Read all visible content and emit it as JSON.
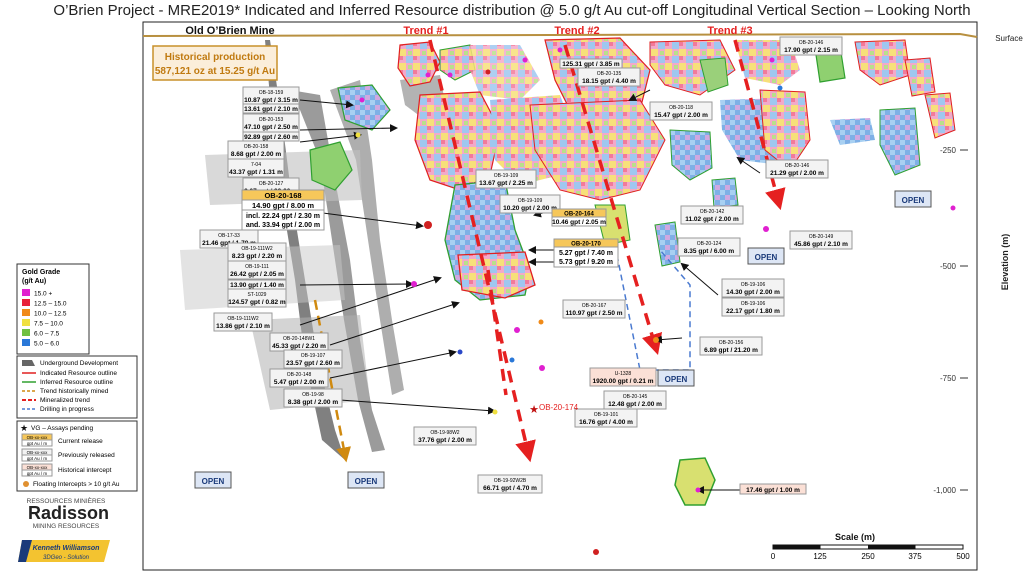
{
  "title": "O’Brien Project - MRE2019* Indicated and Inferred Resource distribution @ 5.0 g/t Au cut-off Longitudinal Vertical Section – Looking North",
  "surface_label": "Surface",
  "old_mine_label": "Old O’Brien Mine",
  "historical": {
    "title": "Historical production",
    "value": "587,121 oz at 15.25 g/t Au"
  },
  "trends": [
    "Trend #1",
    "Trend #2",
    "Trend #3"
  ],
  "elevation_axis": {
    "label": "Elevation (m)",
    "ticks": [
      "-250",
      "-500",
      "-750",
      "-1,000"
    ]
  },
  "scale": {
    "label": "Scale (m)",
    "ticks": [
      "0",
      "125",
      "250",
      "375",
      "500"
    ]
  },
  "open_labels": [
    "OPEN",
    "OPEN",
    "OPEN",
    "OPEN",
    "OPEN",
    "OPEN"
  ],
  "legend": {
    "grade_title": "Gold Grade",
    "grade_unit": "(g/t Au)",
    "grades": [
      {
        "label": "15.0 +",
        "color": "#e020d0"
      },
      {
        "label": "12.5 – 15.0",
        "color": "#e8203a"
      },
      {
        "label": "10.0 – 12.5",
        "color": "#f08a18"
      },
      {
        "label": "7.5 – 10.0",
        "color": "#f0e040"
      },
      {
        "label": "6.0 – 7.5",
        "color": "#70c040"
      },
      {
        "label": "5.0 – 6.0",
        "color": "#2a78d8"
      }
    ],
    "lines": [
      "Underground Development",
      "Indicated Resource outline",
      "Inferred Resource outline",
      "Trend historically mined",
      "Mineralized trend",
      "Drilling in progress"
    ],
    "assay": {
      "pending": "VG – Assays pending",
      "box_id": "OB-xx-xxx",
      "box_val": "gpt Au / m",
      "current": "Current release",
      "previous": "Previously released",
      "historical": "Historical intercept",
      "floating": "Floating Intercepts > 10 g/t Au"
    }
  },
  "logos": {
    "radisson_top": "RESSOURCES MINIÈRES",
    "radisson_name": "Radisson",
    "radisson_bottom": "MINING RESOURCES",
    "kw_name": "Kenneth Williamson",
    "kw_sub": "3DGeo - Solution"
  },
  "intercepts": [
    {
      "id": "OB-18-159",
      "val": "10.87 gpt / 3.15 m"
    },
    {
      "id": "",
      "val": "13.61 gpt / 2.10 m"
    },
    {
      "id": "OB-20-153",
      "val": "47.10 gpt / 2.50 m"
    },
    {
      "id": "",
      "val": "92.89 gpt / 2.60 m"
    },
    {
      "id": "OB-20-158",
      "val": "8.68 gpt / 2.00 m"
    },
    {
      "id": "7-04",
      "val": "43.37 gpt / 1.31 m"
    },
    {
      "id": "OB-20-127",
      "val": "3.07 gpt / 32.20 m"
    },
    {
      "id": "OB-17-33",
      "val": "21.46 gpt / 1.70 m"
    },
    {
      "id": "OB-19-111W2",
      "val": "8.23 gpt / 2.20 m"
    },
    {
      "id": "OB-19-111",
      "val": "26.42 gpt / 2.05 m"
    },
    {
      "id": "",
      "val": "13.90 gpt / 1.40 m"
    },
    {
      "id": "ST-1029",
      "val": "124.57 gpt / 0.82 m"
    },
    {
      "id": "OB-19-111W2",
      "val": "13.86 gpt / 2.10 m"
    },
    {
      "id": "OB-20-148W1",
      "val": "45.33 gpt / 2.20 m"
    },
    {
      "id": "OB-19-107",
      "val": "23.57 gpt / 2.60 m"
    },
    {
      "id": "OB-20-148",
      "val": "5.47 gpt / 2.00 m"
    },
    {
      "id": "OB-19-98",
      "val": "8.38 gpt / 2.00 m"
    },
    {
      "id": "OB-19-98W2",
      "val": "37.76 gpt / 2.00 m"
    },
    {
      "id": "OB-19-92W2B",
      "val": "66.71 gpt / 4.70 m"
    },
    {
      "id": "OB-19-109",
      "val": "13.67 gpt / 2.25 m"
    },
    {
      "id": "OB-19-109",
      "val": "10.20 gpt / 2.00 m"
    },
    {
      "id": "OB-20-167",
      "val": "110.97 gpt / 2.50 m"
    },
    {
      "id": "U-1328",
      "val": "1920.00 gpt / 0.21 m"
    },
    {
      "id": "OB-20-145",
      "val": "12.48 gpt / 2.00 m"
    },
    {
      "id": "OB-19-101",
      "val": "16.76 gpt / 4.00 m"
    },
    {
      "id": "",
      "val": "125.31 gpt / 3.85 m"
    },
    {
      "id": "OB-20-135",
      "val": "18.15 gpt / 4.40 m"
    },
    {
      "id": "OB-20-118",
      "val": "15.47 gpt / 2.00 m"
    },
    {
      "id": "OB-20-146",
      "val": "17.90 gpt / 2.15 m"
    },
    {
      "id": "OB-20-146",
      "val": "21.29 gpt / 2.00 m"
    },
    {
      "id": "OB-20-149",
      "val": "45.86 gpt / 2.10 m"
    },
    {
      "id": "OB-20-142",
      "val": "11.02 gpt / 2.00 m"
    },
    {
      "id": "OB-20-124",
      "val": "8.35 gpt / 6.00 m"
    },
    {
      "id": "OB-19-106",
      "val": "14.30 gpt / 2.00 m"
    },
    {
      "id": "OB-19-106",
      "val": "22.17 gpt / 1.80 m"
    },
    {
      "id": "OB-20-156",
      "val": "6.89 gpt / 21.20 m"
    },
    {
      "id": "",
      "val": "17.46 gpt / 1.00 m"
    }
  ],
  "current_releases": [
    {
      "id": "OB-20-168",
      "val": "14.90 gpt / 8.00 m",
      "extra1": "incl. 22.24 gpt / 2.30 m",
      "extra2": "and. 33.94 gpt / 2.00 m"
    },
    {
      "id": "OB-20-164",
      "val": "10.46 gpt / 2.05 m"
    },
    {
      "id": "OB-20-170",
      "val": "5.27 gpt / 7.40 m",
      "extra1": "5.73 gpt / 9.20 m"
    }
  ],
  "vg_label": "OB-20-174"
}
